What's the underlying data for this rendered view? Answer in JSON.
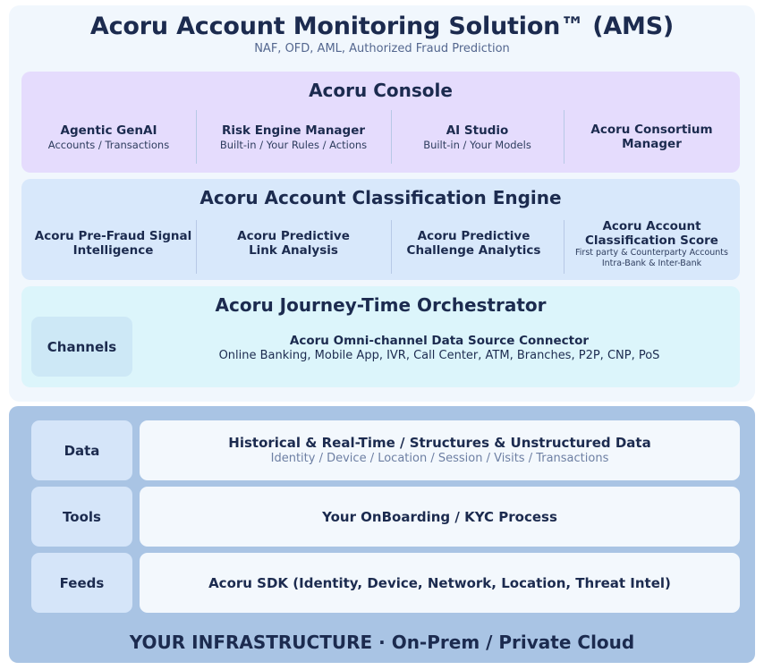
{
  "ams": {
    "title": "Acoru Account Monitoring Solution™ (AMS)",
    "subtitle": "NAF, OFD, AML, Authorized Fraud Prediction"
  },
  "console": {
    "title": "Acoru Console",
    "items": [
      {
        "title": "Agentic GenAI",
        "sub": "Accounts / Transactions"
      },
      {
        "title": "Risk Engine Manager",
        "sub": "Built-in / Your Rules / Actions"
      },
      {
        "title": "AI Studio",
        "sub": "Built-in / Your Models"
      },
      {
        "title_line1": "Acoru Consortium",
        "title_line2": "Manager"
      }
    ]
  },
  "classification": {
    "title": "Acoru Account Classification Engine",
    "items": [
      {
        "title_line1": "Acoru Pre-Fraud Signal",
        "title_line2": "Intelligence"
      },
      {
        "title_line1": "Acoru Predictive",
        "title_line2": "Link Analysis"
      },
      {
        "title_line1": "Acoru Predictive",
        "title_line2": "Challenge Analytics"
      },
      {
        "title_line1": "Acoru Account",
        "title_line2": "Classification Score",
        "sub_line1": "First party & Counterparty Accounts",
        "sub_line2": "Intra-Bank & Inter-Bank"
      }
    ]
  },
  "journey": {
    "title": "Acoru Journey-Time Orchestrator",
    "channels_label": "Channels",
    "connector_title": "Acoru Omni-channel Data Source Connector",
    "connector_sub": "Online Banking, Mobile App, IVR, Call Center, ATM, Branches, P2P, CNP, PoS"
  },
  "infrastructure": {
    "rows": [
      {
        "label": "Data",
        "title": "Historical & Real-Time / Structures & Unstructured Data",
        "sub": "Identity / Device / Location / Session / Visits / Transactions"
      },
      {
        "label": "Tools",
        "title": "Your OnBoarding / KYC Process"
      },
      {
        "label": "Feeds",
        "title": "Acoru SDK (Identity, Device, Network, Location, Threat Intel)"
      }
    ],
    "footer": "YOUR INFRASTRUCTURE · On-Prem / Private Cloud"
  }
}
